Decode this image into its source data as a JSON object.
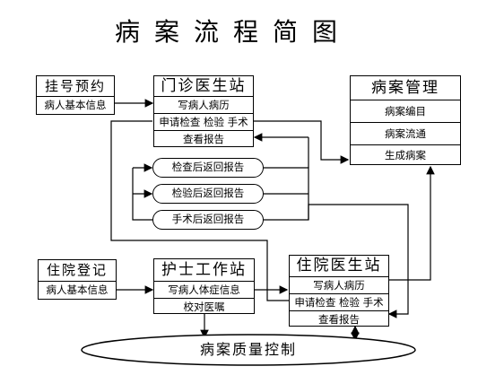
{
  "title": "病案流程简图",
  "registration": {
    "title": "挂号预约",
    "rows": [
      "病人基本信息"
    ]
  },
  "outpatient": {
    "title": "门诊医生站",
    "rows": [
      "写病人病历",
      "申请检查  检验  手术",
      "查看报告"
    ]
  },
  "record_mgmt": {
    "title": "病案管理",
    "rows": [
      "病案编目",
      "病案流通",
      "生成病案"
    ]
  },
  "returns": [
    "检查后返回报告",
    "检验后返回报告",
    "手术后返回报告"
  ],
  "admission": {
    "title": "住院登记",
    "rows": [
      "病人基本信息"
    ]
  },
  "nurse": {
    "title": "护士工作站",
    "rows": [
      "写病人体症信息",
      "校对医嘱"
    ]
  },
  "inpatient": {
    "title": "住院医生站",
    "rows": [
      "写病人病历",
      "申请检查  检验  手术",
      "查看报告"
    ]
  },
  "quality": "病案质量控制"
}
